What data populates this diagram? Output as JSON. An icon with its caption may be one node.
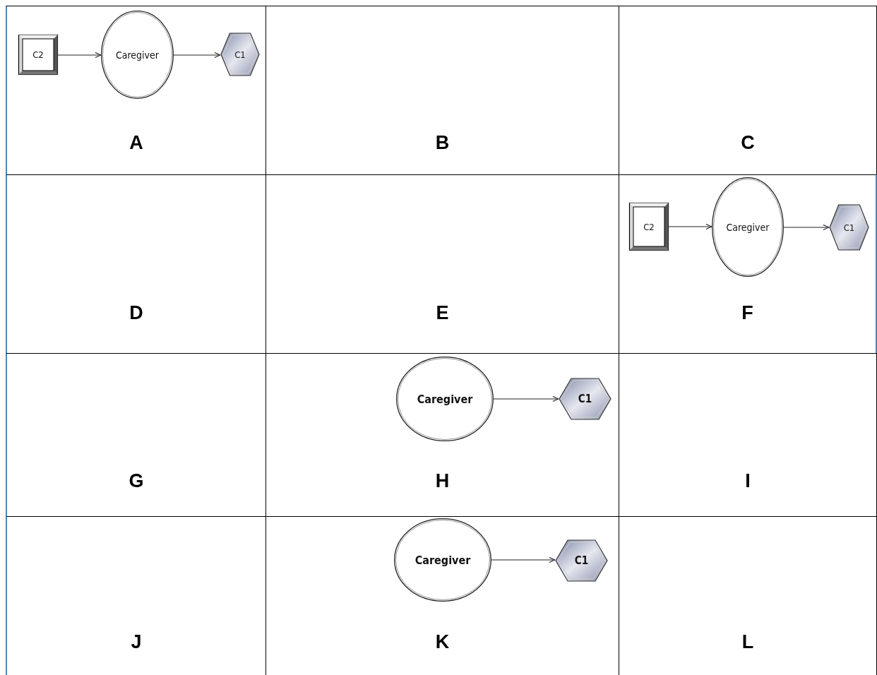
{
  "diagram": {
    "nodes": [
      {
        "text": [
          "A"
        ]
      },
      {
        "text": [
          "C2"
        ],
        "in": 0
      },
      {
        "text": [
          "Caregiver"
        ],
        "in": 0
      },
      {
        "text": [
          "C1"
        ],
        "in": 0
      },
      {
        "text": [
          "B"
        ]
      },
      {
        "text": [
          "C"
        ]
      },
      {
        "text": [
          "D"
        ]
      },
      {
        "text": [
          "E"
        ]
      },
      {
        "text": [
          "F"
        ]
      },
      {
        "text": [
          "C2"
        ],
        "in": 8
      },
      {
        "text": [
          "Caregiver"
        ],
        "in": 8
      },
      {
        "text": [
          "C1"
        ],
        "in": 8
      },
      {
        "text": [
          "G"
        ]
      },
      {
        "text": [
          "H"
        ]
      },
      {
        "text": [
          "Caregiver"
        ],
        "in": 13
      },
      {
        "text": [
          "C1"
        ],
        "in": 13
      },
      {
        "text": [
          "I"
        ]
      },
      {
        "text": [
          "J"
        ]
      },
      {
        "text": [
          "K"
        ]
      },
      {
        "text": [
          "Caregiver"
        ],
        "in": 18
      },
      {
        "text": [
          "C1"
        ],
        "in": 18
      },
      {
        "text": [
          "L"
        ]
      }
    ],
    "edges": [
      {
        "from": 1,
        "to": 2,
        "arrow": "to"
      },
      {
        "from": 2,
        "to": 3,
        "arrow": "to"
      },
      {
        "from": 9,
        "to": 10,
        "arrow": "to"
      },
      {
        "from": 10,
        "to": 11,
        "arrow": "to"
      },
      {
        "from": 14,
        "to": 15,
        "arrow": "to"
      },
      {
        "from": 19,
        "to": 20,
        "arrow": "to"
      }
    ]
  }
}
